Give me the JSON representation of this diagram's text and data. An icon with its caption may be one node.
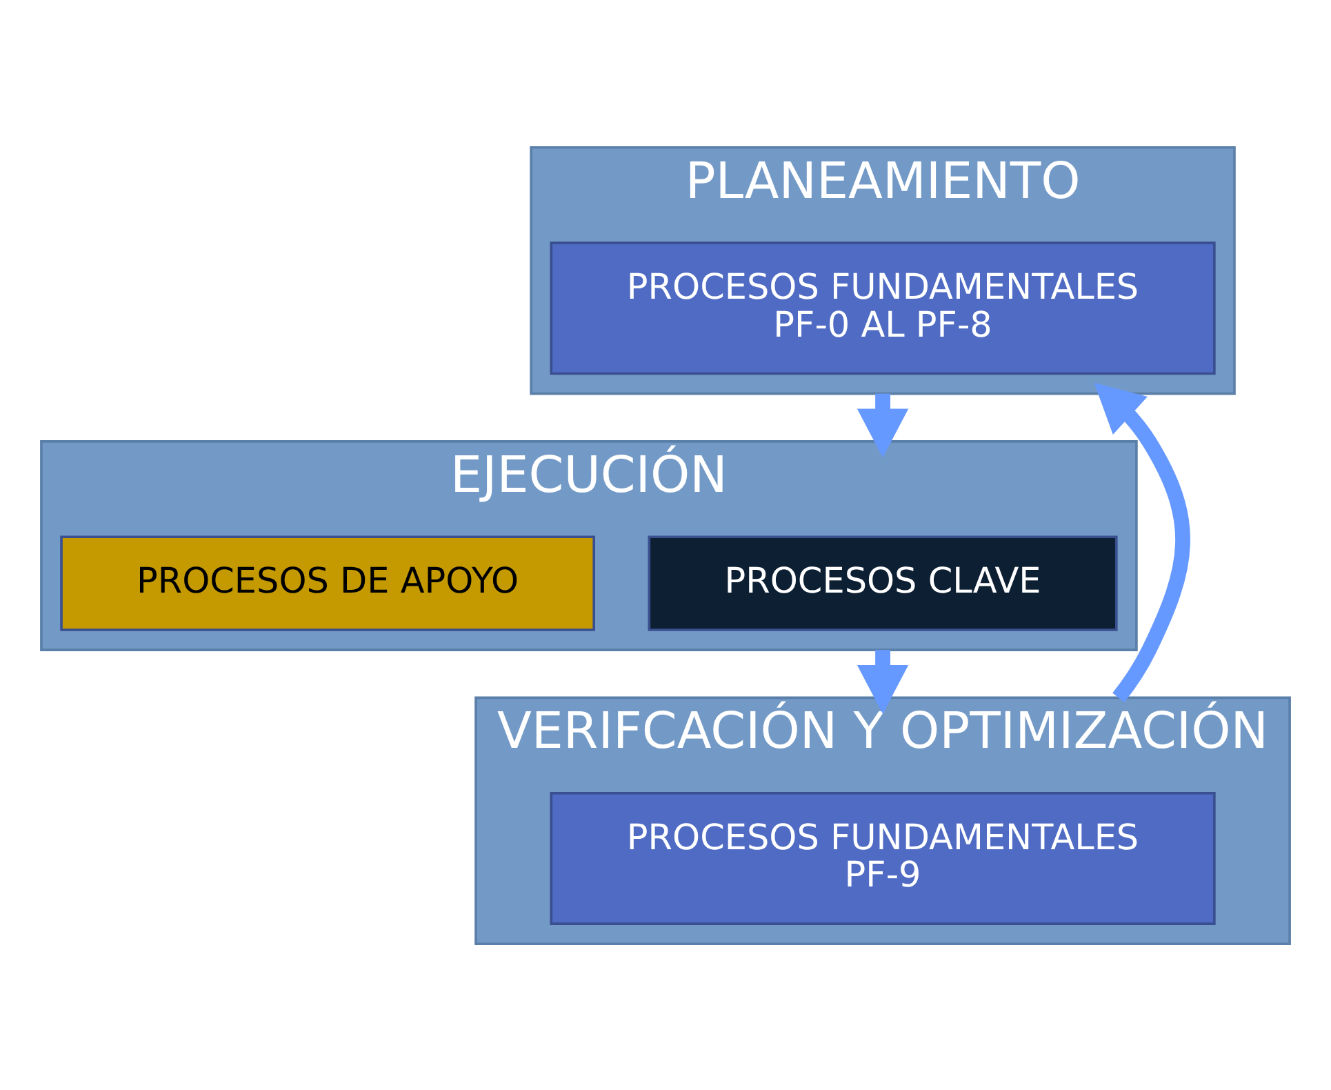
{
  "diagram": {
    "nodes": [
      {
        "text": [
          "PLANEAMIENTO"
        ]
      },
      {
        "text": [
          "PROCESOS FUNDAMENTALES",
          "PF-0 AL PF-8"
        ],
        "in": 0
      },
      {
        "text": [
          "EJECUCIÓN"
        ]
      },
      {
        "text": [
          "PROCESOS CLAVE"
        ],
        "in": 2
      },
      {
        "text": [
          "PROCESOS DE APOYO"
        ],
        "in": 2
      },
      {
        "text": [
          "VERIFCACIÓN Y OPTIMIZACIÓN"
        ]
      },
      {
        "text": [
          "PROCESOS FUNDAMENTALES",
          "PF-9"
        ],
        "in": 5
      }
    ],
    "edges": [
      {
        "from": 0,
        "to": 2,
        "arrow": "to"
      },
      {
        "from": 2,
        "to": 5,
        "arrow": "to"
      },
      {
        "from": 5,
        "to": 0,
        "arrow": "to"
      }
    ]
  }
}
